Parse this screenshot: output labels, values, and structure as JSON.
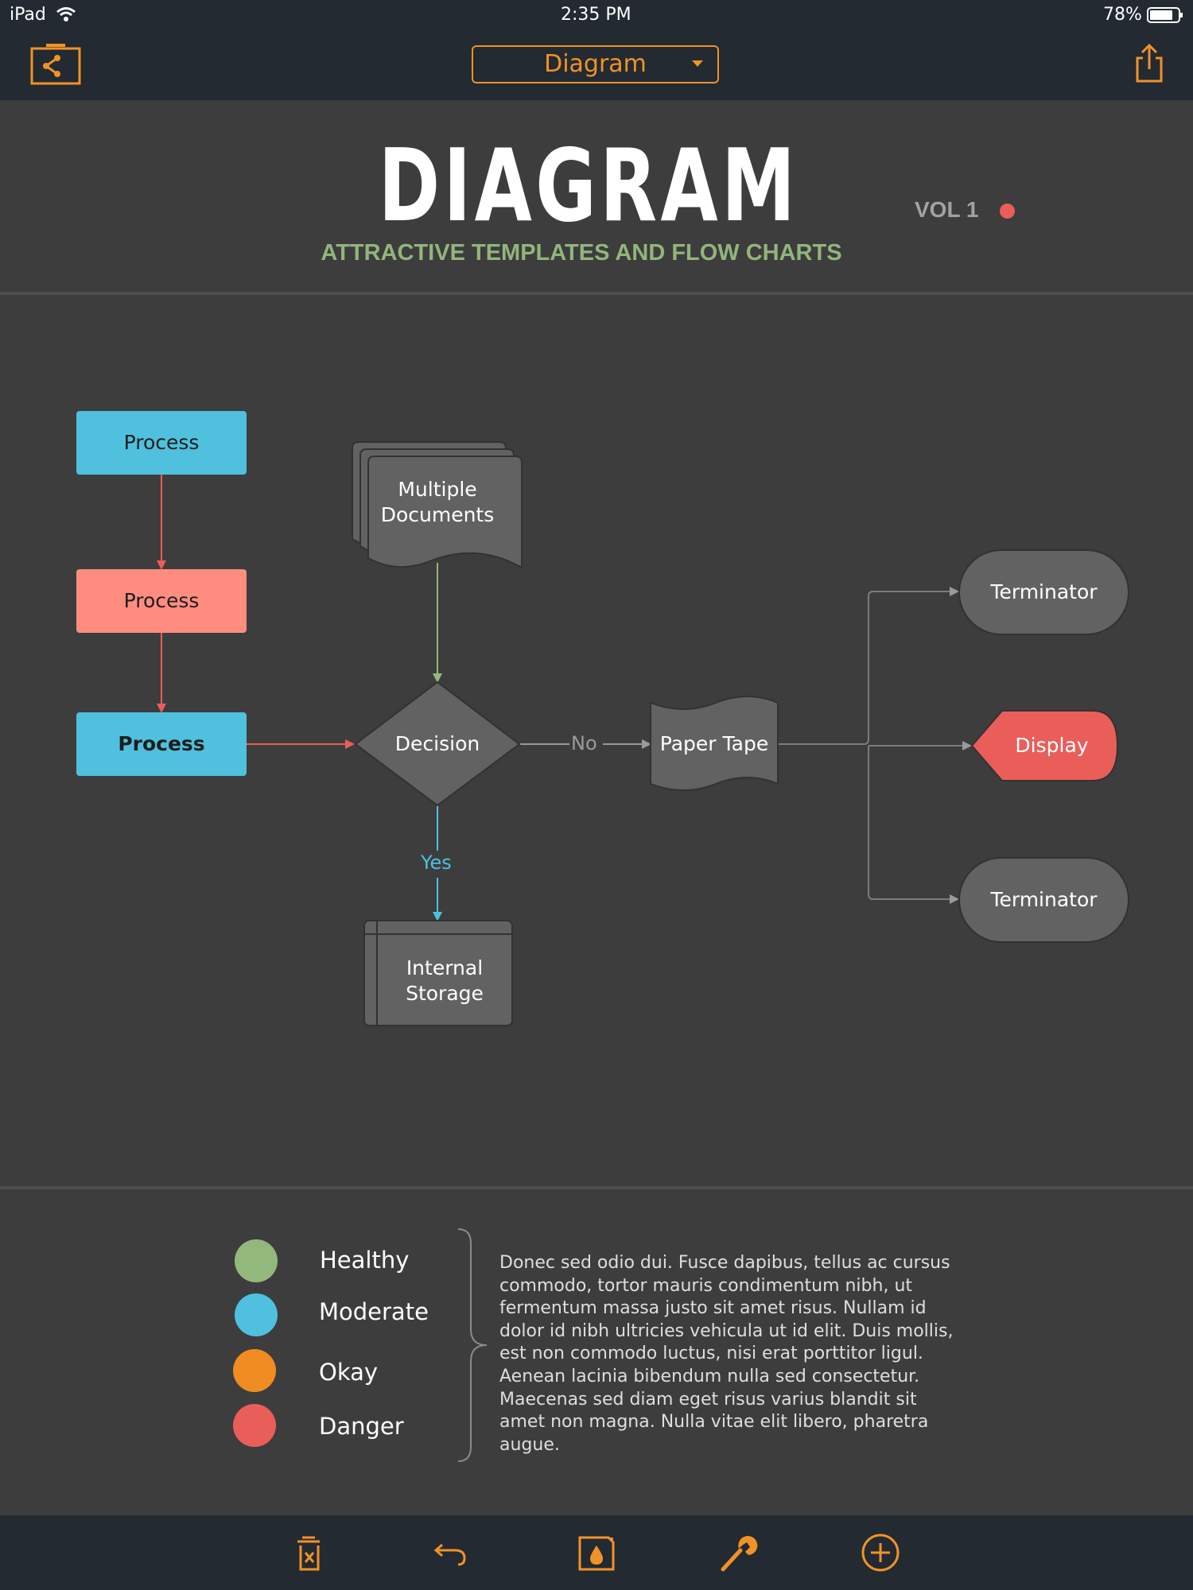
{
  "status_bar": {
    "device": "iPad",
    "time": "2:35 PM",
    "battery": "78%",
    "icons": [
      "wifi-icon",
      "battery-icon"
    ]
  },
  "nav": {
    "dropdown_label": "Diagram",
    "left_icon": "share-diagram-icon",
    "right_icon": "share-export-icon"
  },
  "header": {
    "title": "DIAGRAM",
    "subtitle": "ATTRACTIVE TEMPLATES AND FLOW CHARTS",
    "volume": "VOL 1"
  },
  "diagram": {
    "nodes": {
      "process_1": "Process",
      "process_2": "Process",
      "process_3": "Process",
      "multiple_documents": "Multiple Documents",
      "decision": "Decision",
      "paper_tape": "Paper Tape",
      "internal_storage": "Internal Storage",
      "terminator_top": "Terminator",
      "display": "Display",
      "terminator_bottom": "Terminator"
    },
    "edge_labels": {
      "no": "No",
      "yes": "Yes"
    }
  },
  "legend": {
    "items": [
      {
        "label": "Healthy",
        "color": "#93b87c"
      },
      {
        "label": "Moderate",
        "color": "#4fc0dd"
      },
      {
        "label": "Okay",
        "color": "#f08c22"
      },
      {
        "label": "Danger",
        "color": "#ea5e5a"
      }
    ],
    "description": "Donec sed odio dui. Fusce dapibus, tellus ac cursus commodo, tortor mauris condimentum nibh, ut fermentum massa justo sit amet risus. Nullam id dolor id nibh ultricies vehicula ut id elit. Duis mollis, est non commodo luctus, nisi erat porttitor ligul. Aenean lacinia bibendum nulla sed consectetur. Maecenas sed diam eget risus varius blandit sit amet non magna. Nulla vitae elit libero, pharetra augue."
  },
  "toolbar": {
    "icons": [
      "delete-icon",
      "undo-icon",
      "style-icon",
      "wrench-icon",
      "add-icon"
    ]
  },
  "colors": {
    "accent": "#f09228",
    "background": "#3d3d3d",
    "bar": "#232a31",
    "node_gray": "#626262",
    "process_blue": "#4fc0dd",
    "process_salmon": "#fe8d7f"
  }
}
